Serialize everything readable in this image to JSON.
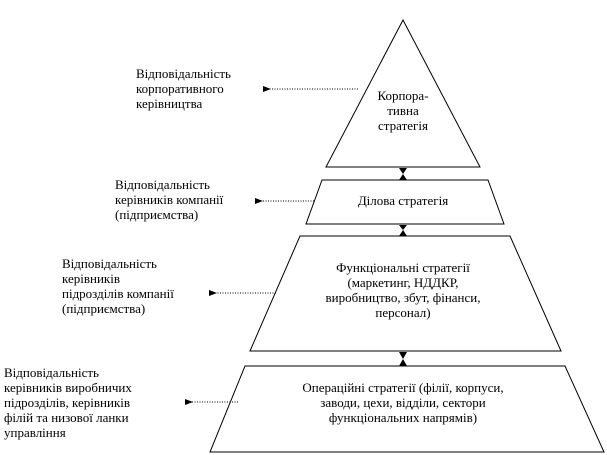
{
  "levels": [
    {
      "strategy_lines": [
        "Корпора-",
        "тивна",
        "стратегія"
      ],
      "responsibility_lines": [
        "Відповідальність",
        "корпоративного",
        "керівництва"
      ]
    },
    {
      "strategy_lines": [
        "Ділова стратегія"
      ],
      "responsibility_lines": [
        "Відповідальність",
        "керівників компанії",
        "(підприємства)"
      ]
    },
    {
      "strategy_lines": [
        "Функціональні стратегії",
        "(маркетинг, НДДКР,",
        "виробництво, збут, фінанси,",
        "персонал)"
      ],
      "responsibility_lines": [
        "Відповідальність",
        "керівників",
        "підрозділів компанії",
        "(підприємства)"
      ]
    },
    {
      "strategy_lines": [
        "Операційні стратегії (філії, корпуси,",
        "заводи, цехи, відділи, сектори",
        "функціональних напрямів)"
      ],
      "responsibility_lines": [
        "Відповідальність",
        "керівників виробничих",
        "підрозділів, керівників",
        "філій та низової ланки",
        "управління"
      ]
    }
  ]
}
